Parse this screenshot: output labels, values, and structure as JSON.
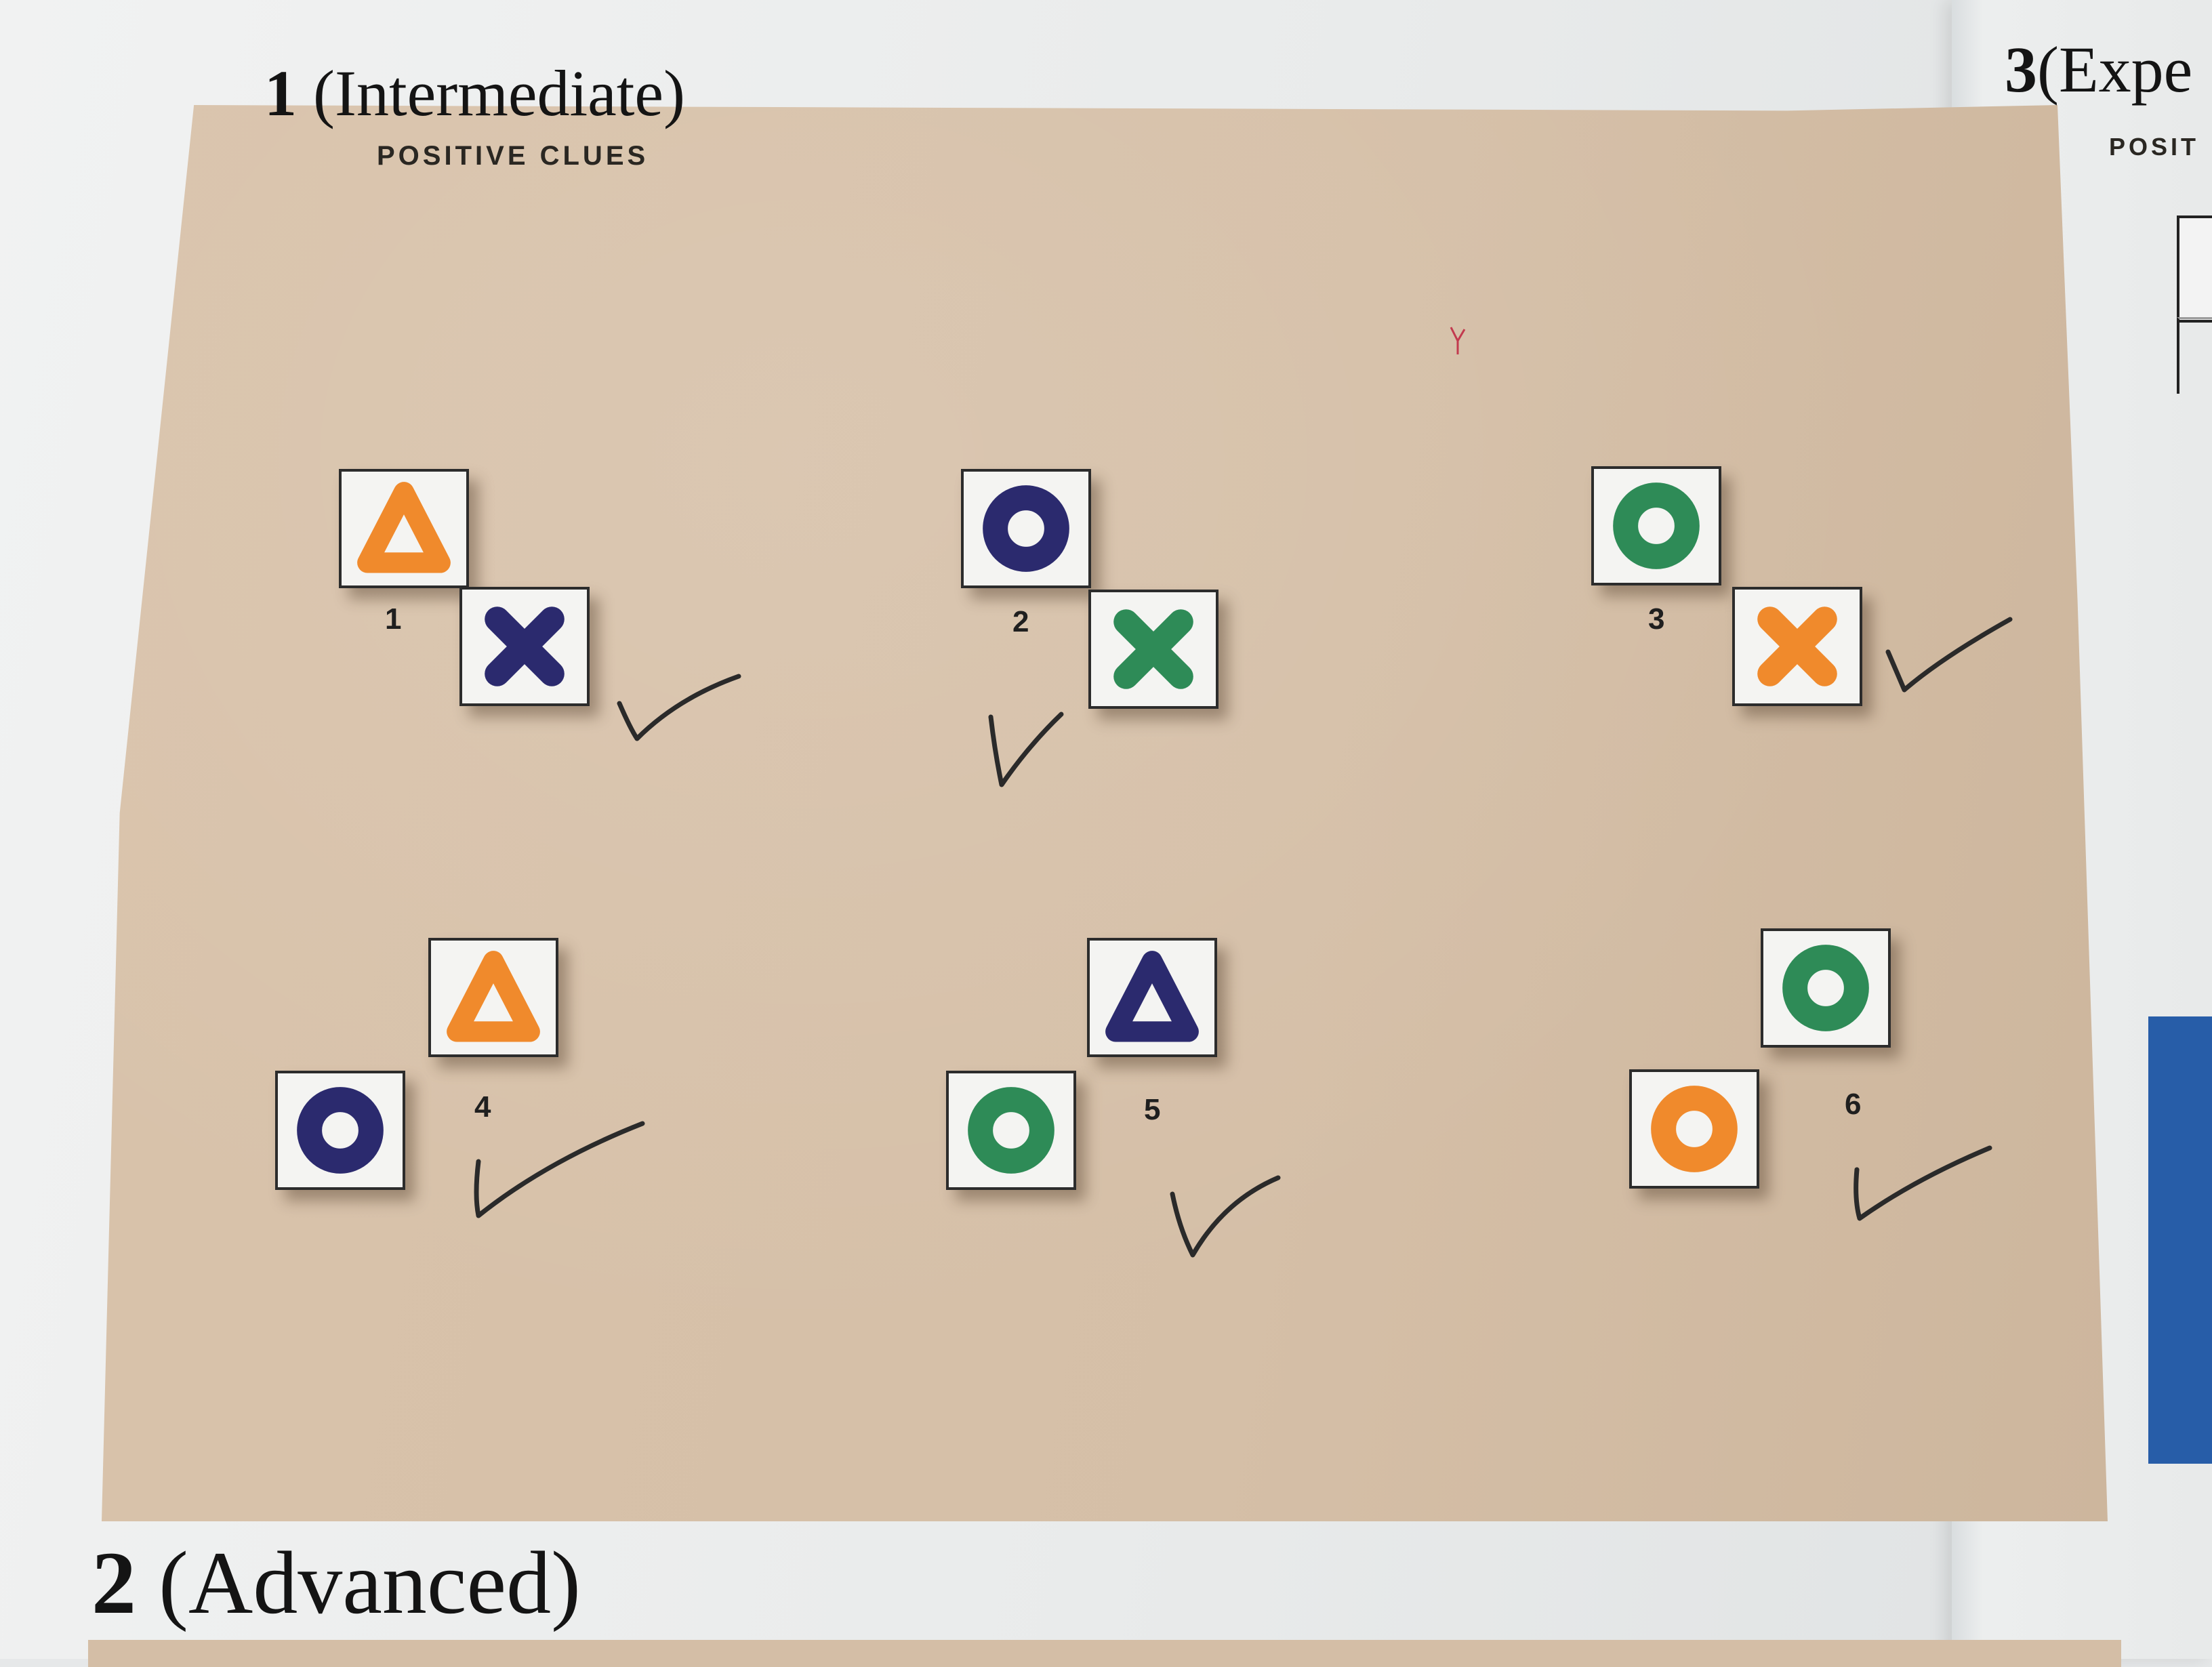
{
  "colors": {
    "orange": "#f08a2c",
    "navy": "#2b2a6e",
    "green": "#2e8b57",
    "tile_bg": "#f4f4f2",
    "panel": "#d6c0a8",
    "blue_block": "#275da8"
  },
  "sections": [
    {
      "number": "1",
      "title": "(Intermediate)",
      "subtitle": "POSITIVE CLUES"
    },
    {
      "number": "2",
      "title": "(Advanced)"
    },
    {
      "number": "3",
      "title": "(Expe",
      "subtitle": "POSIT"
    }
  ],
  "clues": [
    {
      "number": "1",
      "tiles": [
        {
          "shape": "triangle",
          "color": "orange"
        },
        {
          "shape": "cross",
          "color": "navy"
        }
      ],
      "checked": true
    },
    {
      "number": "2",
      "tiles": [
        {
          "shape": "ring",
          "color": "navy"
        },
        {
          "shape": "cross",
          "color": "green"
        }
      ],
      "checked": true
    },
    {
      "number": "3",
      "tiles": [
        {
          "shape": "ring",
          "color": "green"
        },
        {
          "shape": "cross",
          "color": "orange"
        }
      ],
      "checked": true
    },
    {
      "number": "4",
      "tiles": [
        {
          "shape": "triangle",
          "color": "orange"
        },
        {
          "shape": "ring",
          "color": "navy"
        }
      ],
      "checked": true
    },
    {
      "number": "5",
      "tiles": [
        {
          "shape": "triangle",
          "color": "navy"
        },
        {
          "shape": "ring",
          "color": "green"
        }
      ],
      "checked": true
    },
    {
      "number": "6",
      "tiles": [
        {
          "shape": "ring",
          "color": "green"
        },
        {
          "shape": "ring",
          "color": "orange"
        }
      ],
      "checked": true
    }
  ]
}
